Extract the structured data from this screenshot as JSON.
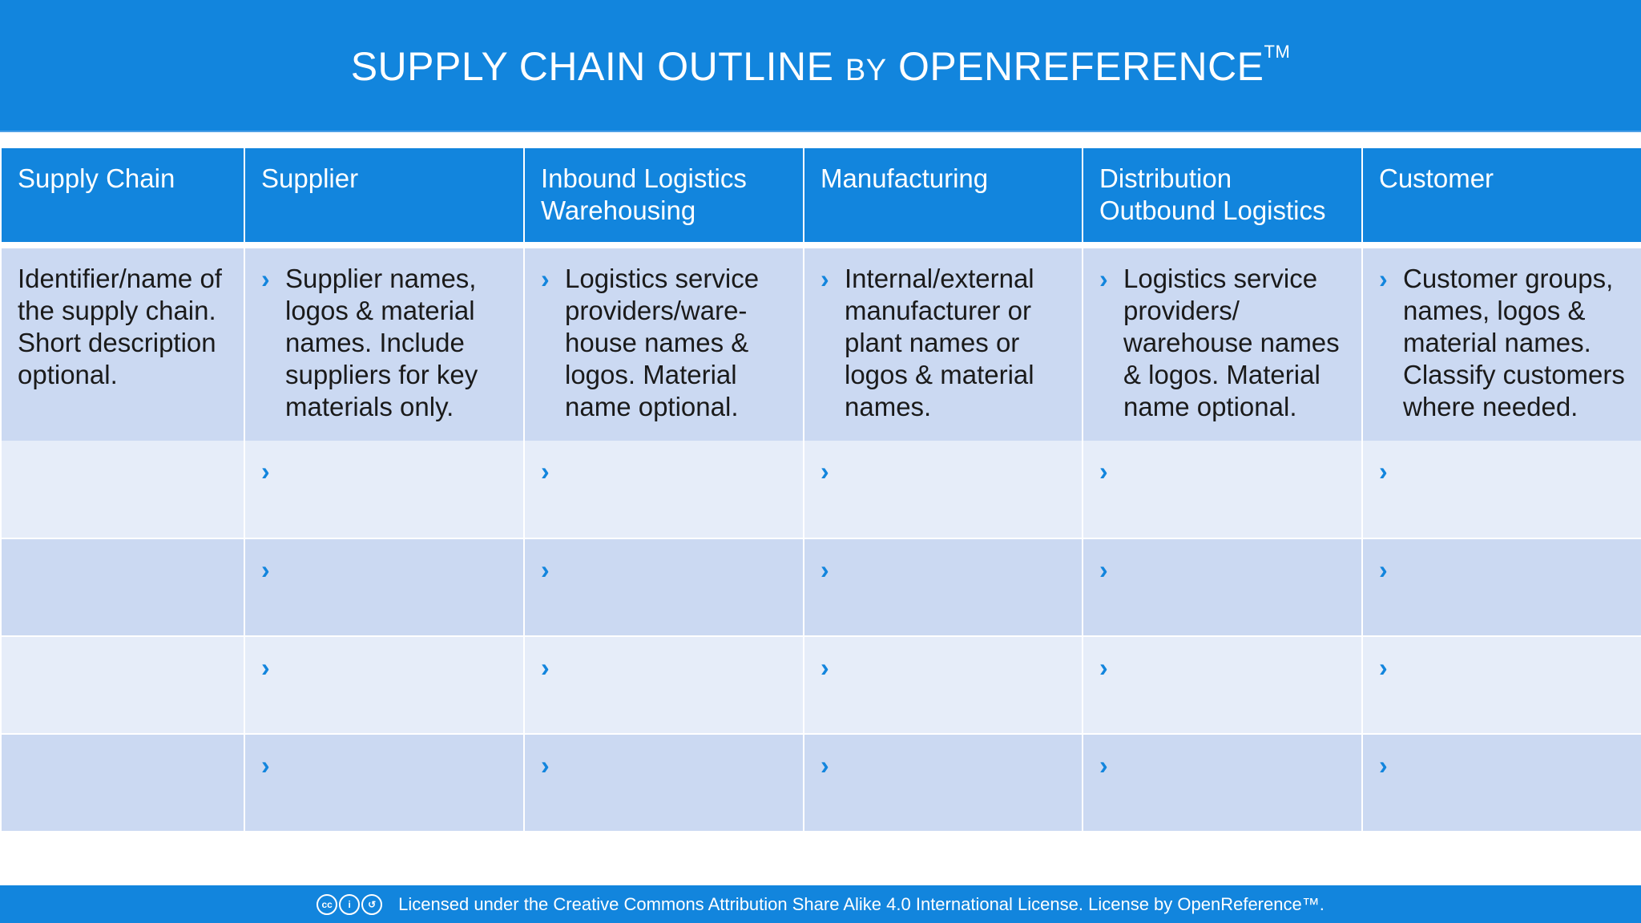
{
  "header": {
    "title_main": "SUPPLY CHAIN OUTLINE",
    "title_by": "BY",
    "title_brand": "OPENREFERENCE",
    "title_tm": "TM"
  },
  "columns": [
    "Supply Chain",
    "Supplier",
    "Inbound Logistics Warehousing",
    "Manufacturing",
    "Distribution Outbound Logistics",
    "Customer"
  ],
  "descriptions": [
    "Identifier/name of the supply chain. Short description optional.",
    "Supplier names, logos & material names. Include suppliers for key materials only.",
    "Logistics service providers/ware-house names & logos. Material name optional.",
    "Internal/external manufacturer or plant names or logos & material names.",
    "Logistics service providers/ warehouse names & logos. Material name optional.",
    "Customer groups, names, logos & material names. Classify customers where needed."
  ],
  "bullet_icon": "chevron-right-icon",
  "empty_rows": 4,
  "footer": {
    "license_text": "Licensed under the Creative Commons Attribution Share Alike 4.0 International License. License by OpenReference™.",
    "cc_icons": [
      "cc",
      "by",
      "sa"
    ]
  },
  "colors": {
    "accent": "#1285dd",
    "row_dark": "#cbd9f2",
    "row_light": "#e6edf9"
  }
}
